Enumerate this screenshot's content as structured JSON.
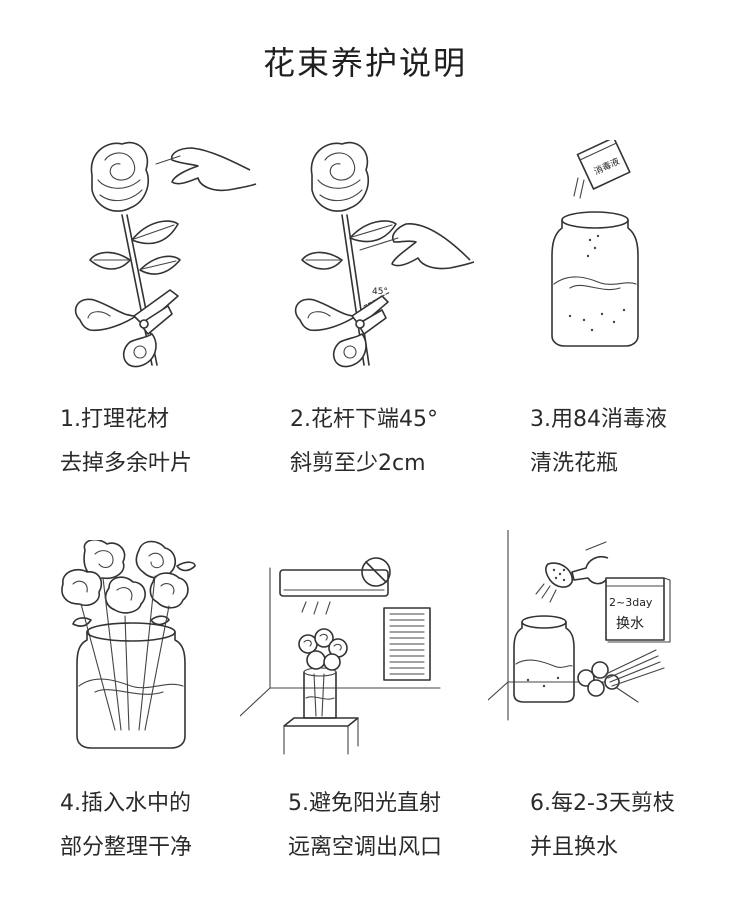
{
  "page": {
    "title": "花束养护说明"
  },
  "steps": [
    {
      "line1": "1.打理花材",
      "line2": "去掉多余叶片",
      "icon": "rose-with-scissors-icon"
    },
    {
      "line1": "2.花杆下端45°",
      "line2": "斜剪至少2cm",
      "icon": "rose-cut-45-icon",
      "annotation": "45°"
    },
    {
      "line1": "3.用84消毒液",
      "line2": "清洗花瓶",
      "icon": "disinfectant-jar-icon",
      "label": "消毒液"
    },
    {
      "line1": "4.插入水中的",
      "line2": "部分整理干净",
      "icon": "roses-in-vase-icon"
    },
    {
      "line1": "5.避免阳光直射",
      "line2": "远离空调出风口",
      "icon": "air-conditioner-vase-icon"
    },
    {
      "line1": "6.每2-3天剪枝",
      "line2": "并且换水",
      "icon": "water-change-calendar-icon",
      "calendar_top": "2~3day",
      "calendar_bottom": "换水"
    }
  ]
}
